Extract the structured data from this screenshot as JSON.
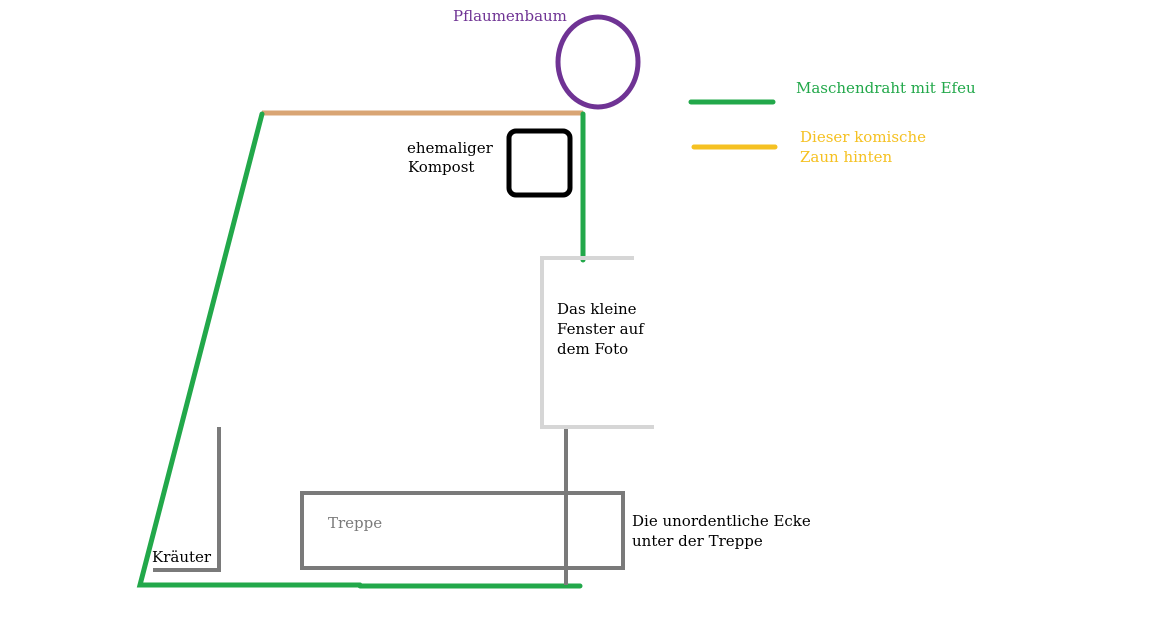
{
  "labels": {
    "plum_tree": "Pflaumenbaum",
    "compost_line1": "ehemaliger",
    "compost_line2": "Kompost",
    "window_line1": "Das kleine",
    "window_line2": "Fenster auf",
    "window_line3": "dem Foto",
    "stairs": "Treppe",
    "herbs": "Kräuter",
    "corner_line1": "Die unordentliche Ecke",
    "corner_line2": "unter der Treppe"
  },
  "legend": {
    "items": [
      {
        "label": "Maschendraht mit Efeu",
        "color": "#22a84a"
      },
      {
        "label_line1": "Dieser komische",
        "label_line2": "Zaun hinten",
        "color": "#f5c122"
      }
    ]
  },
  "colors": {
    "fence_back": "#d9a574",
    "mesh": "#22a84a",
    "plum": "#6f3394",
    "compost": "#000000",
    "window": "#d6d6d6",
    "wall": "#7a7a7a"
  }
}
